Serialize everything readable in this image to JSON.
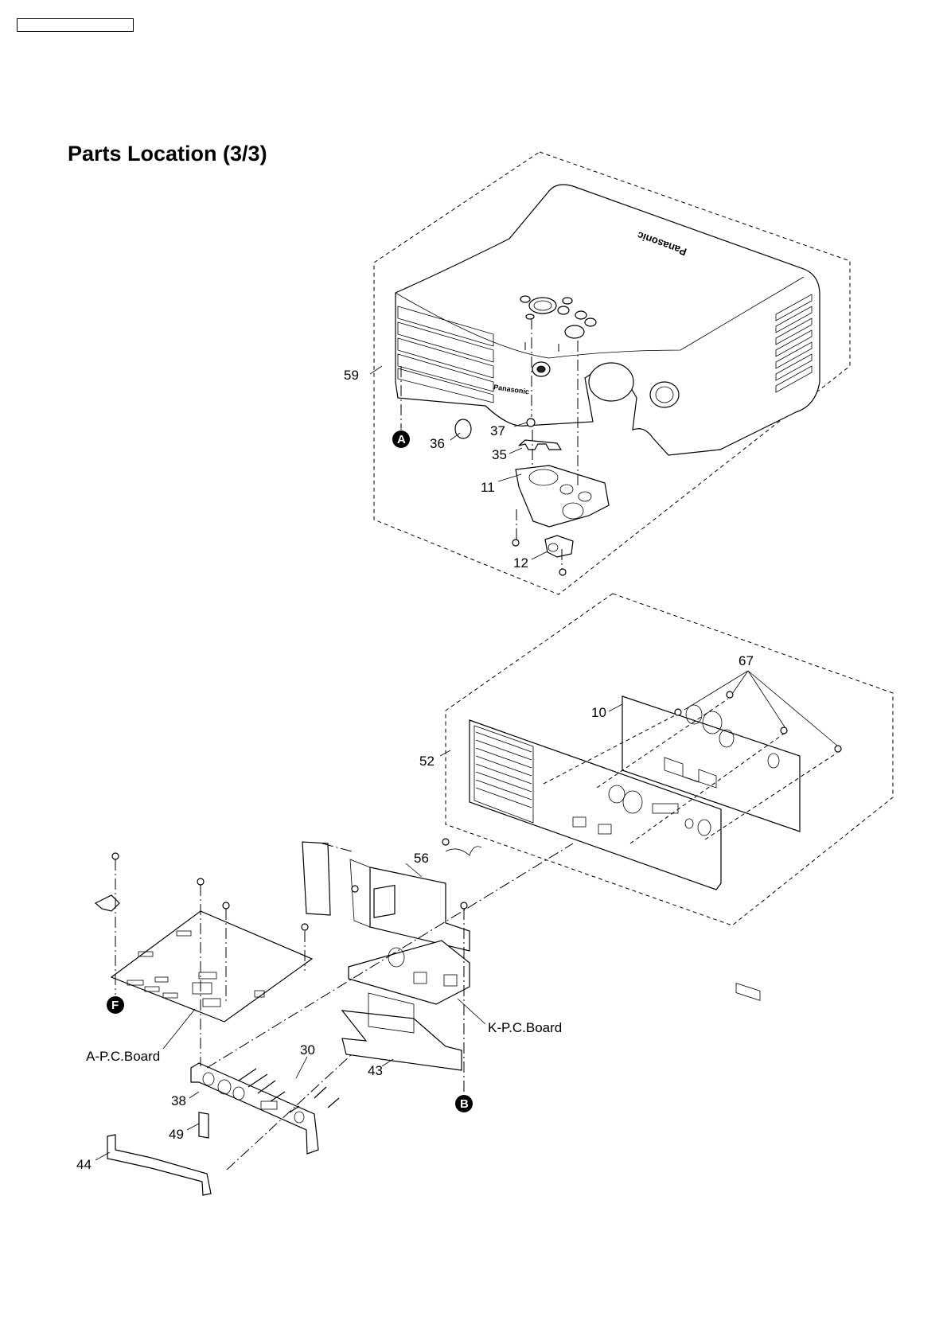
{
  "page": {
    "title": "Parts Location (3/3)"
  },
  "callouts": {
    "c59": "59",
    "c36": "36",
    "c37": "37",
    "c35": "35",
    "c11": "11",
    "c12": "12",
    "c67": "67",
    "c10": "10",
    "c52": "52",
    "c56": "56",
    "c30": "30",
    "c38": "38",
    "c49": "49",
    "c44": "44",
    "c43": "43",
    "a_board": "A-P.C.Board",
    "k_board": "K-P.C.Board"
  },
  "markers": {
    "A": "A",
    "B": "B",
    "F": "F"
  },
  "logos": {
    "top_cover": "Panasonic",
    "front_panel": "Panasonic"
  }
}
